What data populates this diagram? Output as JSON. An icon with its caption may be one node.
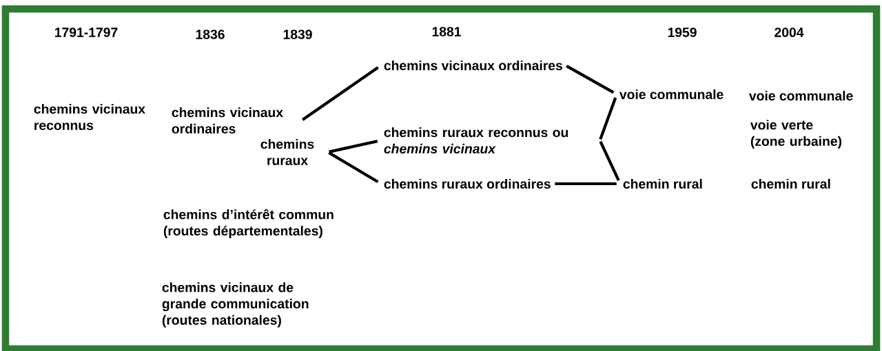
{
  "diagram": {
    "nodes": [
      {
        "text": [
          "chemins vicinaux ordinaires"
        ]
      },
      {
        "text": [
          "chemins ruraux"
        ]
      },
      {
        "text": [
          "chemins vicinaux ordinaires"
        ]
      },
      {
        "text": [
          "chemins ruraux reconnus ou *chemins vicinaux*"
        ]
      },
      {
        "text": [
          "chemins ruraux ordinaires"
        ]
      },
      {
        "text": [
          "voie communale"
        ]
      },
      {
        "text": [
          "chemin rural"
        ]
      }
    ],
    "edges": [
      {
        "from": 0,
        "to": 2,
        "arrow": "none"
      },
      {
        "from": 1,
        "to": 3,
        "arrow": "none"
      },
      {
        "from": 1,
        "to": 4,
        "arrow": "none"
      },
      {
        "from": 2,
        "to": 5,
        "arrow": "none"
      },
      {
        "from": 3,
        "to": 5,
        "arrow": "none"
      },
      {
        "from": 3,
        "to": 6,
        "arrow": "none"
      },
      {
        "from": 4,
        "to": 6,
        "arrow": "none"
      }
    ],
    "labels": [
      "1791-1797",
      "1836",
      "1839",
      "1881",
      "1959",
      "2004",
      "chemins vicinaux reconnus",
      "chemins d’intérêt commun (routes départementales)",
      "chemins vicinaux de grande communication (routes nationales)",
      "voie communale",
      "voie verte (zone urbaine)",
      "chemin rural"
    ]
  }
}
